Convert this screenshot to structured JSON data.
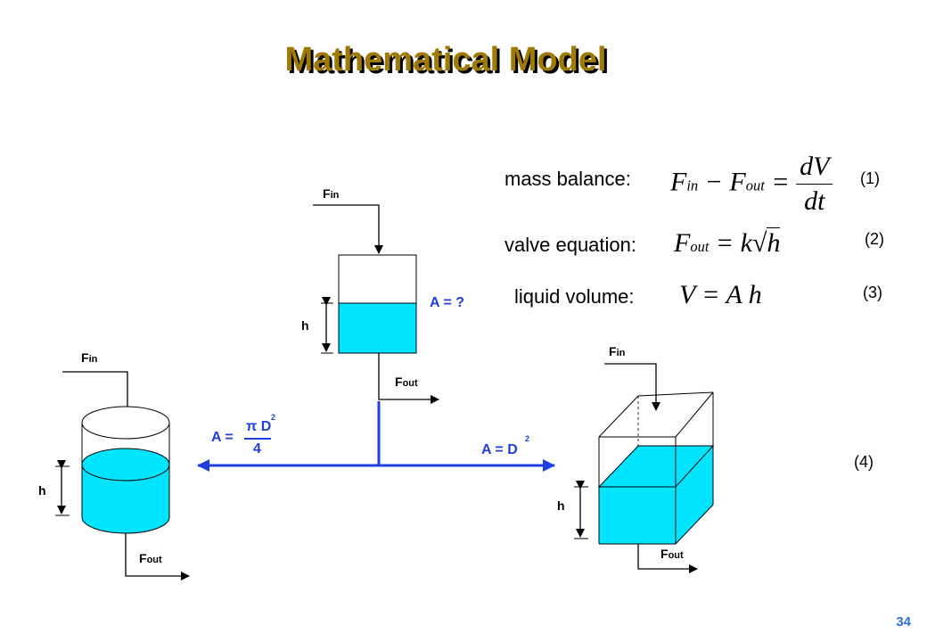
{
  "title": "Mathematical Model",
  "equations": [
    {
      "label": "mass balance:",
      "number": "(1)"
    },
    {
      "label": "valve equation:",
      "number": "(2)"
    },
    {
      "label": "liquid volume:",
      "number": "(3)"
    }
  ],
  "eq4_number": "(4)",
  "tank_labels": {
    "fin_main": "F",
    "fin_sub": "in",
    "fout_main": "F",
    "fout_sub": "out",
    "h": "h"
  },
  "area_labels": {
    "unknown": "A = ?",
    "cylinder_prefix": "A =",
    "cylinder_num": "π D",
    "cylinder_den": "4",
    "box": "A = D",
    "power": "2"
  },
  "colors": {
    "liquid": "#00e5ff",
    "arrow_blue": "#1f3fe0",
    "title": "#a07a06",
    "label_blue": "#1f3fe0"
  },
  "page_number": "34"
}
